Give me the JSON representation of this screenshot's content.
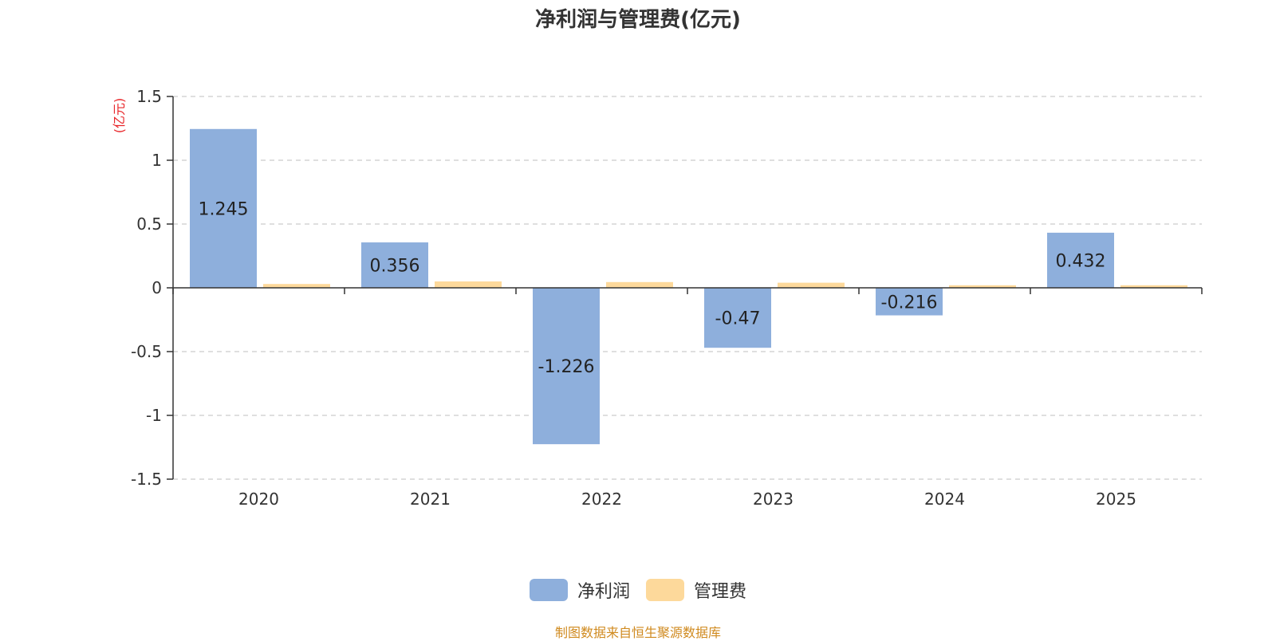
{
  "chart_data": {
    "type": "bar",
    "title": "净利润与管理费(亿元)",
    "ylabel": "(亿元)",
    "categories": [
      "2020",
      "2021",
      "2022",
      "2023",
      "2024",
      "2025"
    ],
    "series": [
      {
        "name": "净利润",
        "color": "#8eafdc",
        "values": [
          1.245,
          0.356,
          -1.226,
          -0.47,
          -0.216,
          0.432
        ]
      },
      {
        "name": "管理费",
        "color": "#fdd99b",
        "values": [
          0.03,
          0.05,
          0.045,
          0.04,
          0.02,
          0.02
        ]
      }
    ],
    "ylim": [
      -1.5,
      1.5
    ],
    "yticks": [
      "1.5",
      "1",
      "0.5",
      "0",
      "-0.5",
      "-1",
      "-1.5"
    ],
    "ytick_values": [
      1.5,
      1,
      0.5,
      0,
      -0.5,
      -1,
      -1.5
    ],
    "data_labels": [
      "1.245",
      "0.356",
      "-1.226",
      "-0.47",
      "-0.216",
      "0.432"
    ],
    "grid": true,
    "legend_position": "bottom-center"
  },
  "footer": {
    "source": "制图数据来自恒生聚源数据库"
  }
}
